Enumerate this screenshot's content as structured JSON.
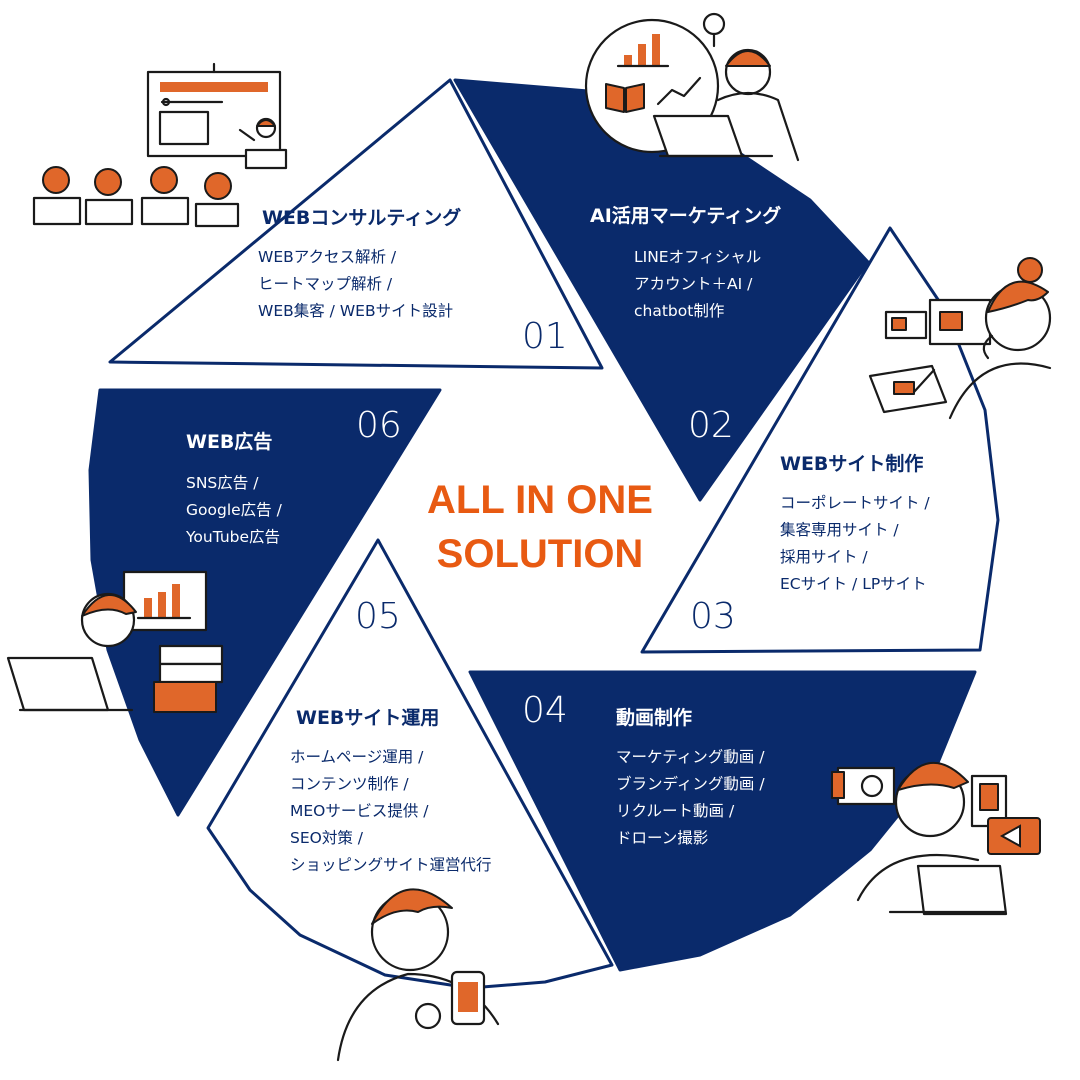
{
  "center": {
    "line1": "ALL IN ONE",
    "line2": "SOLUTION"
  },
  "colors": {
    "navy": "#0a2a6b",
    "orange": "#e85a12",
    "white": "#ffffff"
  },
  "segments": [
    {
      "number": "01",
      "title": "WEBコンサルティング",
      "items": [
        "WEBアクセス解析 /",
        "ヒートマップ解析 /",
        "WEB集客 / WEBサイト設計"
      ],
      "illustration": "seminar-presentation"
    },
    {
      "number": "02",
      "title": "AI活用マーケティング",
      "items": [
        "LINEオフィシャル",
        "アカウント＋AI /",
        "chatbot制作"
      ],
      "illustration": "analyst-laptop"
    },
    {
      "number": "03",
      "title": "WEBサイト制作",
      "items": [
        "コーポレートサイト /",
        "集客専用サイト /",
        "採用サイト /",
        "ECサイト / LPサイト"
      ],
      "illustration": "designer-wireframe"
    },
    {
      "number": "04",
      "title": "動画制作",
      "items": [
        "マーケティング動画 /",
        "ブランディング動画 /",
        "リクルート動画 /",
        "ドローン撮影"
      ],
      "illustration": "videographer-camera"
    },
    {
      "number": "05",
      "title": "WEBサイト運用",
      "items": [
        "ホームページ運用 /",
        "コンテンツ制作 /",
        "MEOサービス提供 /",
        "SEO対策 /",
        "ショッピングサイト運営代行"
      ],
      "illustration": "smartphone-user"
    },
    {
      "number": "06",
      "title": "WEB広告",
      "items": [
        "SNS広告 /",
        "Google広告 /",
        "YouTube広告"
      ],
      "illustration": "ad-analyst-laptop"
    }
  ]
}
